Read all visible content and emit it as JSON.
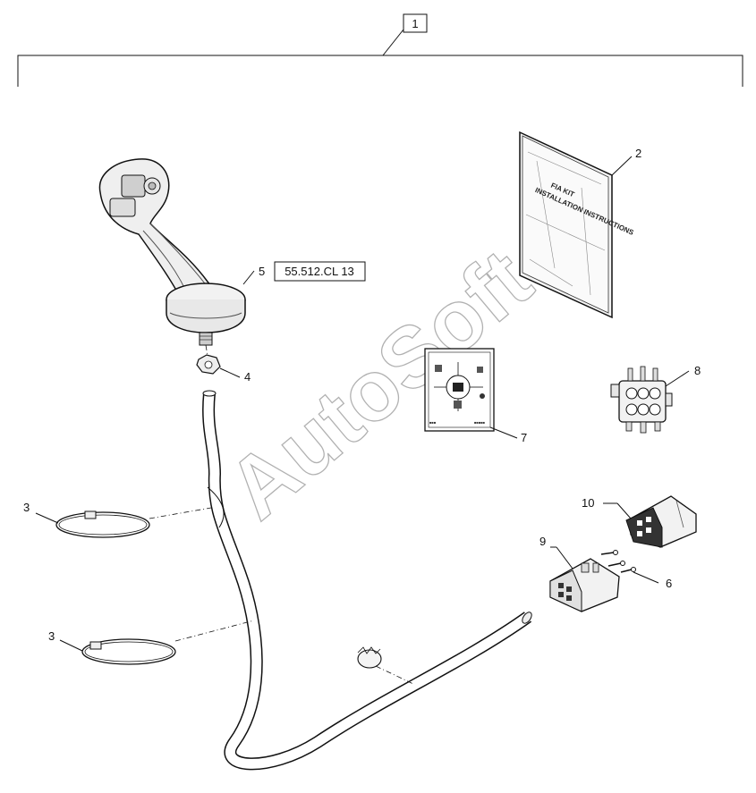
{
  "callouts": {
    "c1": "1",
    "c2": "2",
    "c3a": "3",
    "c3b": "3",
    "c4": "4",
    "c5": "5",
    "c6": "6",
    "c7": "7",
    "c8": "8",
    "c9": "9",
    "c10": "10"
  },
  "reference_box": "55.512.CL 13",
  "book": {
    "line1": "FIA KIT",
    "line2": "INSTALLATION INSTRUCTIONS"
  },
  "watermark": "AutoSoft",
  "colors": {
    "line": "#111111",
    "watermark": "#555555",
    "fill": "#ffffff",
    "shade": "#d9d9d9"
  }
}
